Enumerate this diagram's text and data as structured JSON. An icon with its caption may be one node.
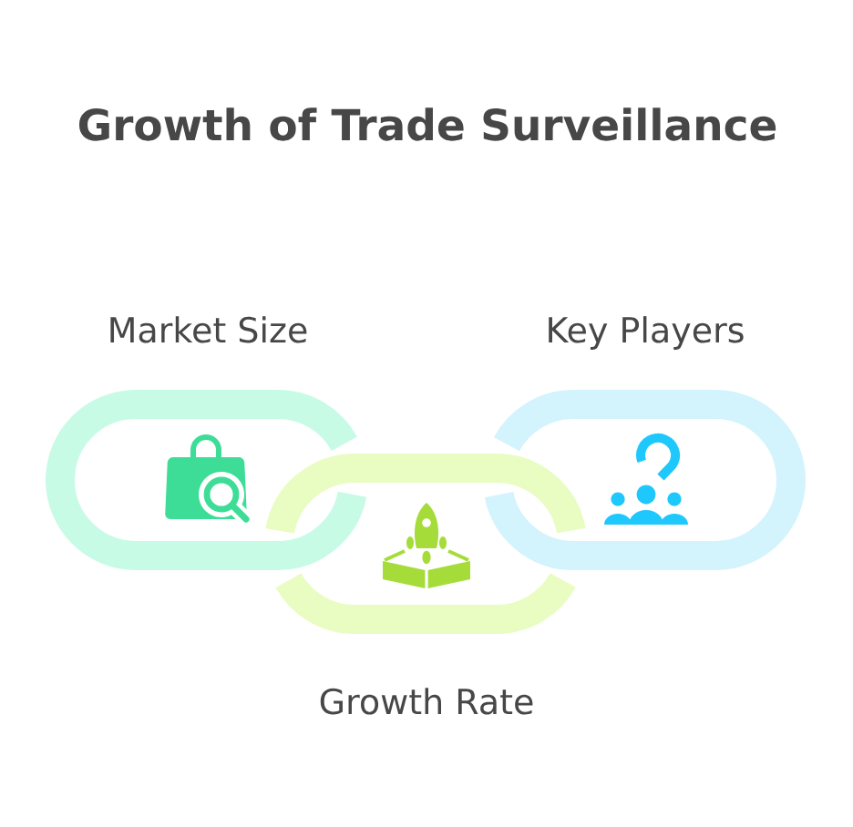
{
  "diagram": {
    "title": "Growth of Trade Surveillance",
    "nodes": [
      {
        "text": [
          "Market Size"
        ]
      },
      {
        "text": [
          "Growth Rate"
        ]
      },
      {
        "text": [
          "Key Players"
        ]
      }
    ]
  }
}
